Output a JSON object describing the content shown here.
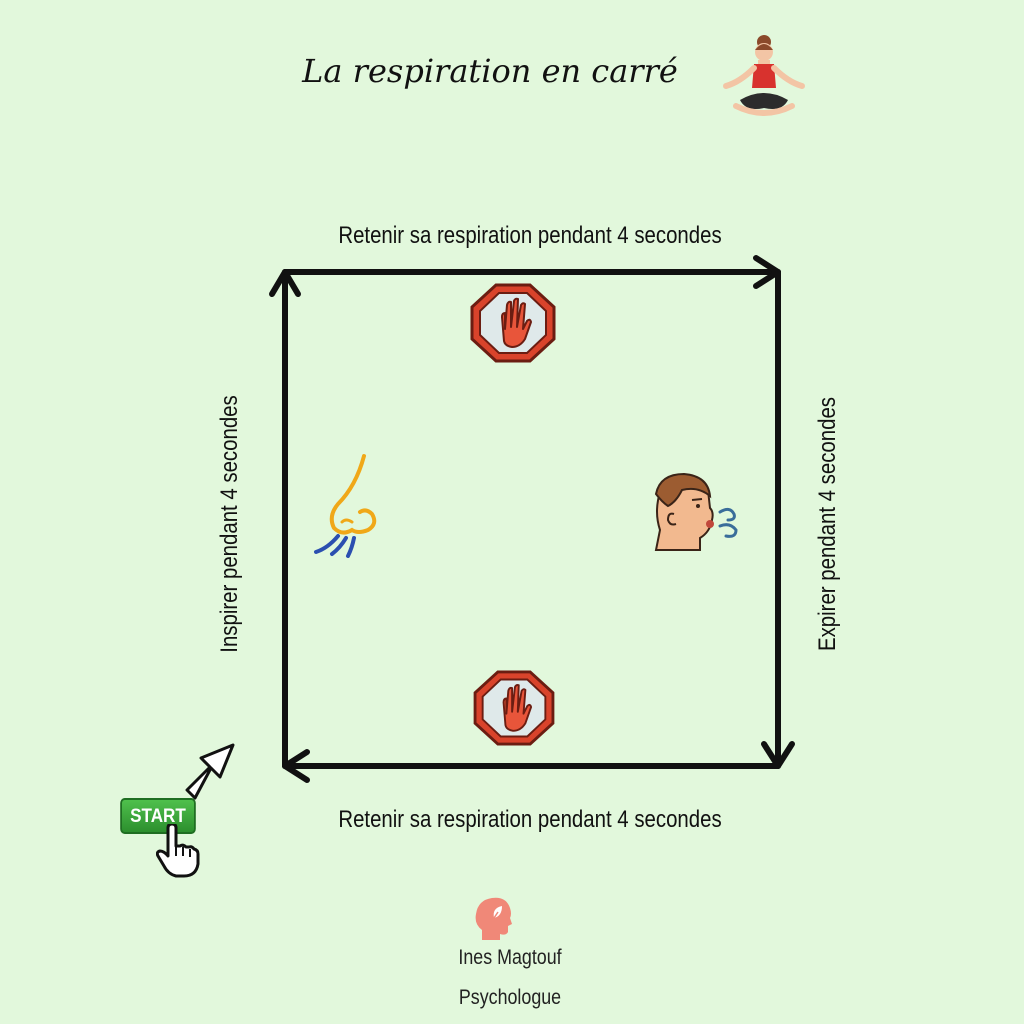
{
  "title": "La respiration en carré",
  "steps": {
    "top": "Retenir sa respiration pendant 4 secondes",
    "right": "Expirer pendant 4 secondes",
    "bottom": "Retenir sa respiration pendant 4 secondes",
    "left": "Inspirer pendant 4 secondes"
  },
  "start_button": "START",
  "author": {
    "name": "Ines Magtouf",
    "role": "Psychologue"
  },
  "colors": {
    "background": "#e2f8dc",
    "stop_sign": "#d9432b",
    "start_button": "#3aa93a",
    "nose": "#f0a818"
  }
}
